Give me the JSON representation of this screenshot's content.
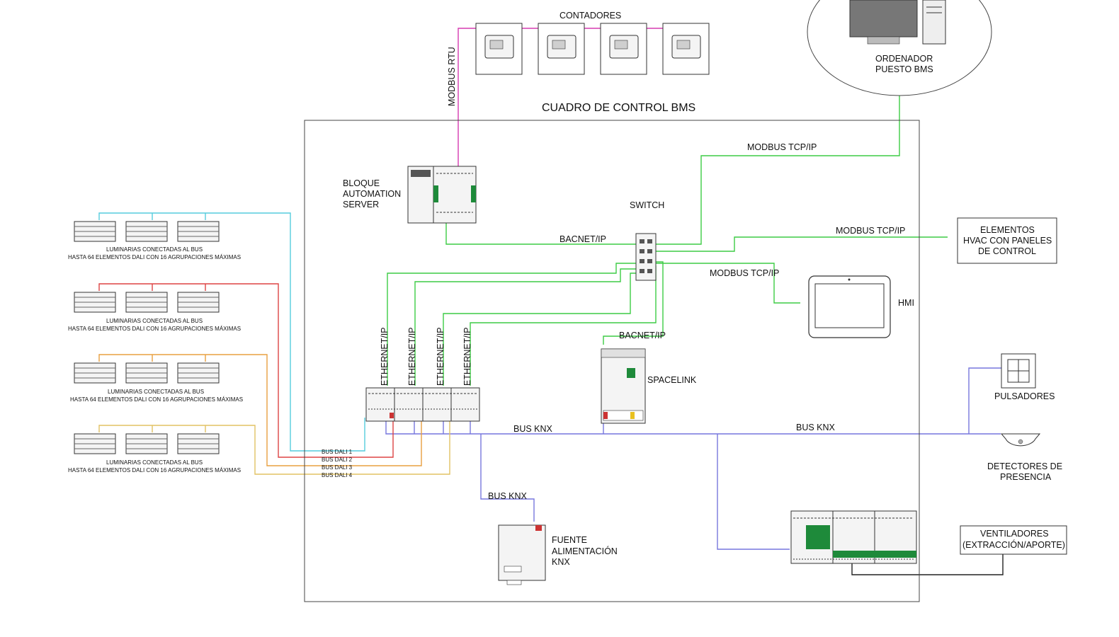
{
  "labels": {
    "contadores": "CONTADORES",
    "modbus_rtu": "MODBUS RTU",
    "cuadro_title": "CUADRO DE CONTROL BMS",
    "ordenador_1": "ORDENADOR",
    "ordenador_2": "PUESTO BMS",
    "modbus_tcp_1": "MODBUS TCP/IP",
    "modbus_tcp_2": "MODBUS TCP/IP",
    "modbus_tcp_3": "MODBUS TCP/IP",
    "bloque_1": "BLOQUE",
    "bloque_2": "AUTOMATION",
    "bloque_3": "SERVER",
    "switch": "SWITCH",
    "bacnet_1": "BACNET/IP",
    "bacnet_2": "BACNET/IP",
    "hvac_1": "ELEMENTOS",
    "hvac_2": "HVAC CON PANELES",
    "hvac_3": "DE CONTROL",
    "hmi": "HMI",
    "ethernet": [
      "ETHERNET/IP",
      "ETHERNET/IP",
      "ETHERNET/IP",
      "ETHERNET/IP"
    ],
    "spacelink": "SPACELINK",
    "pulsadores": "PULSADORES",
    "bus_knx_1": "BUS KNX",
    "bus_knx_2": "BUS KNX",
    "bus_knx_3": "BUS KNX",
    "detectores_1": "DETECTORES DE",
    "detectores_2": "PRESENCIA",
    "bus_dali": [
      "BUS DALI 1",
      "BUS DALI 2",
      "BUS DALI 3",
      "BUS DALI 4"
    ],
    "luminarias_1": "LUMINARIAS CONECTADAS AL BUS",
    "luminarias_2": "HASTA 64 ELEMENTOS DALI CON 16 AGRUPACIONES MÁXIMAS",
    "fuente_1": "FUENTE",
    "fuente_2": "ALIMENTACIÓN",
    "fuente_3": "KNX",
    "ventiladores_1": "VENTILADORES",
    "ventiladores_2": "(EXTRACCIÓN/APORTE)"
  },
  "colors": {
    "modbus_rtu": "#d63bb0",
    "ethernet": "#3dcc45",
    "knx": "#7777dd",
    "dali_1": "#55ccdd",
    "dali_2": "#dd4444",
    "dali_3": "#e8a040",
    "dali_4": "#e2c264",
    "power": "#222222",
    "device_green": "#1e8a3a"
  }
}
